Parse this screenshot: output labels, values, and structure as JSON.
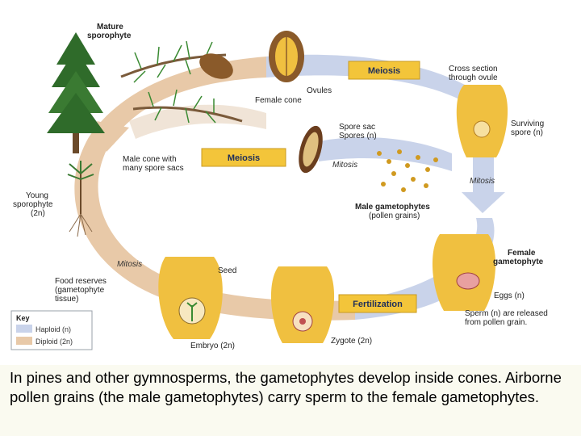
{
  "labels": {
    "mature_sporophyte_1": "Mature",
    "mature_sporophyte_2": "sporophyte",
    "ovules": "Ovules",
    "female_cone": "Female cone",
    "cross_section_1": "Cross section",
    "cross_section_2": "through ovule",
    "spore_sac": "Spore sac",
    "spores": "Spores (n)",
    "surviving_spore_1": "Surviving",
    "surviving_spore_2": "spore (n)",
    "male_cone_1": "Male cone with",
    "male_cone_2": "many spore sacs",
    "young_sporophyte_1": "Young",
    "young_sporophyte_2": "sporophyte",
    "young_sporophyte_3": "(2n)",
    "male_gametophytes_1": "Male gametophytes",
    "male_gametophytes_2": "(pollen grains)",
    "female_gametophyte_1": "Female",
    "female_gametophyte_2": "gametophyte",
    "seed": "Seed",
    "food_reserves_1": "Food reserves",
    "food_reserves_2": "(gametophyte",
    "food_reserves_3": "tissue)",
    "eggs": "Eggs (n)",
    "sperm_1": "Sperm (n) are released",
    "sperm_2": "from pollen grain.",
    "embryo": "Embryo (2n)",
    "zygote": "Zygote (2n)"
  },
  "boxes": {
    "meiosis_top": "Meiosis",
    "meiosis_left": "Meiosis",
    "fertilization": "Fertilization"
  },
  "arc_labels": {
    "mitosis_center": "Mitosis",
    "mitosis_right": "Mitosis",
    "mitosis_left": "Mitosis"
  },
  "key": {
    "title": "Key",
    "haploid": "Haploid (n)",
    "diploid": "Diploid (2n)"
  },
  "colors": {
    "haploid": "#c9d3ea",
    "diploid": "#e8c9a8",
    "box_fill": "#f3c53a",
    "box_text": "#1f2f5a"
  },
  "caption": "In pines and other gymnosperms, the gametophytes develop inside cones. Airborne pollen grains (the male gametophytes) carry sperm to the female gametophytes."
}
